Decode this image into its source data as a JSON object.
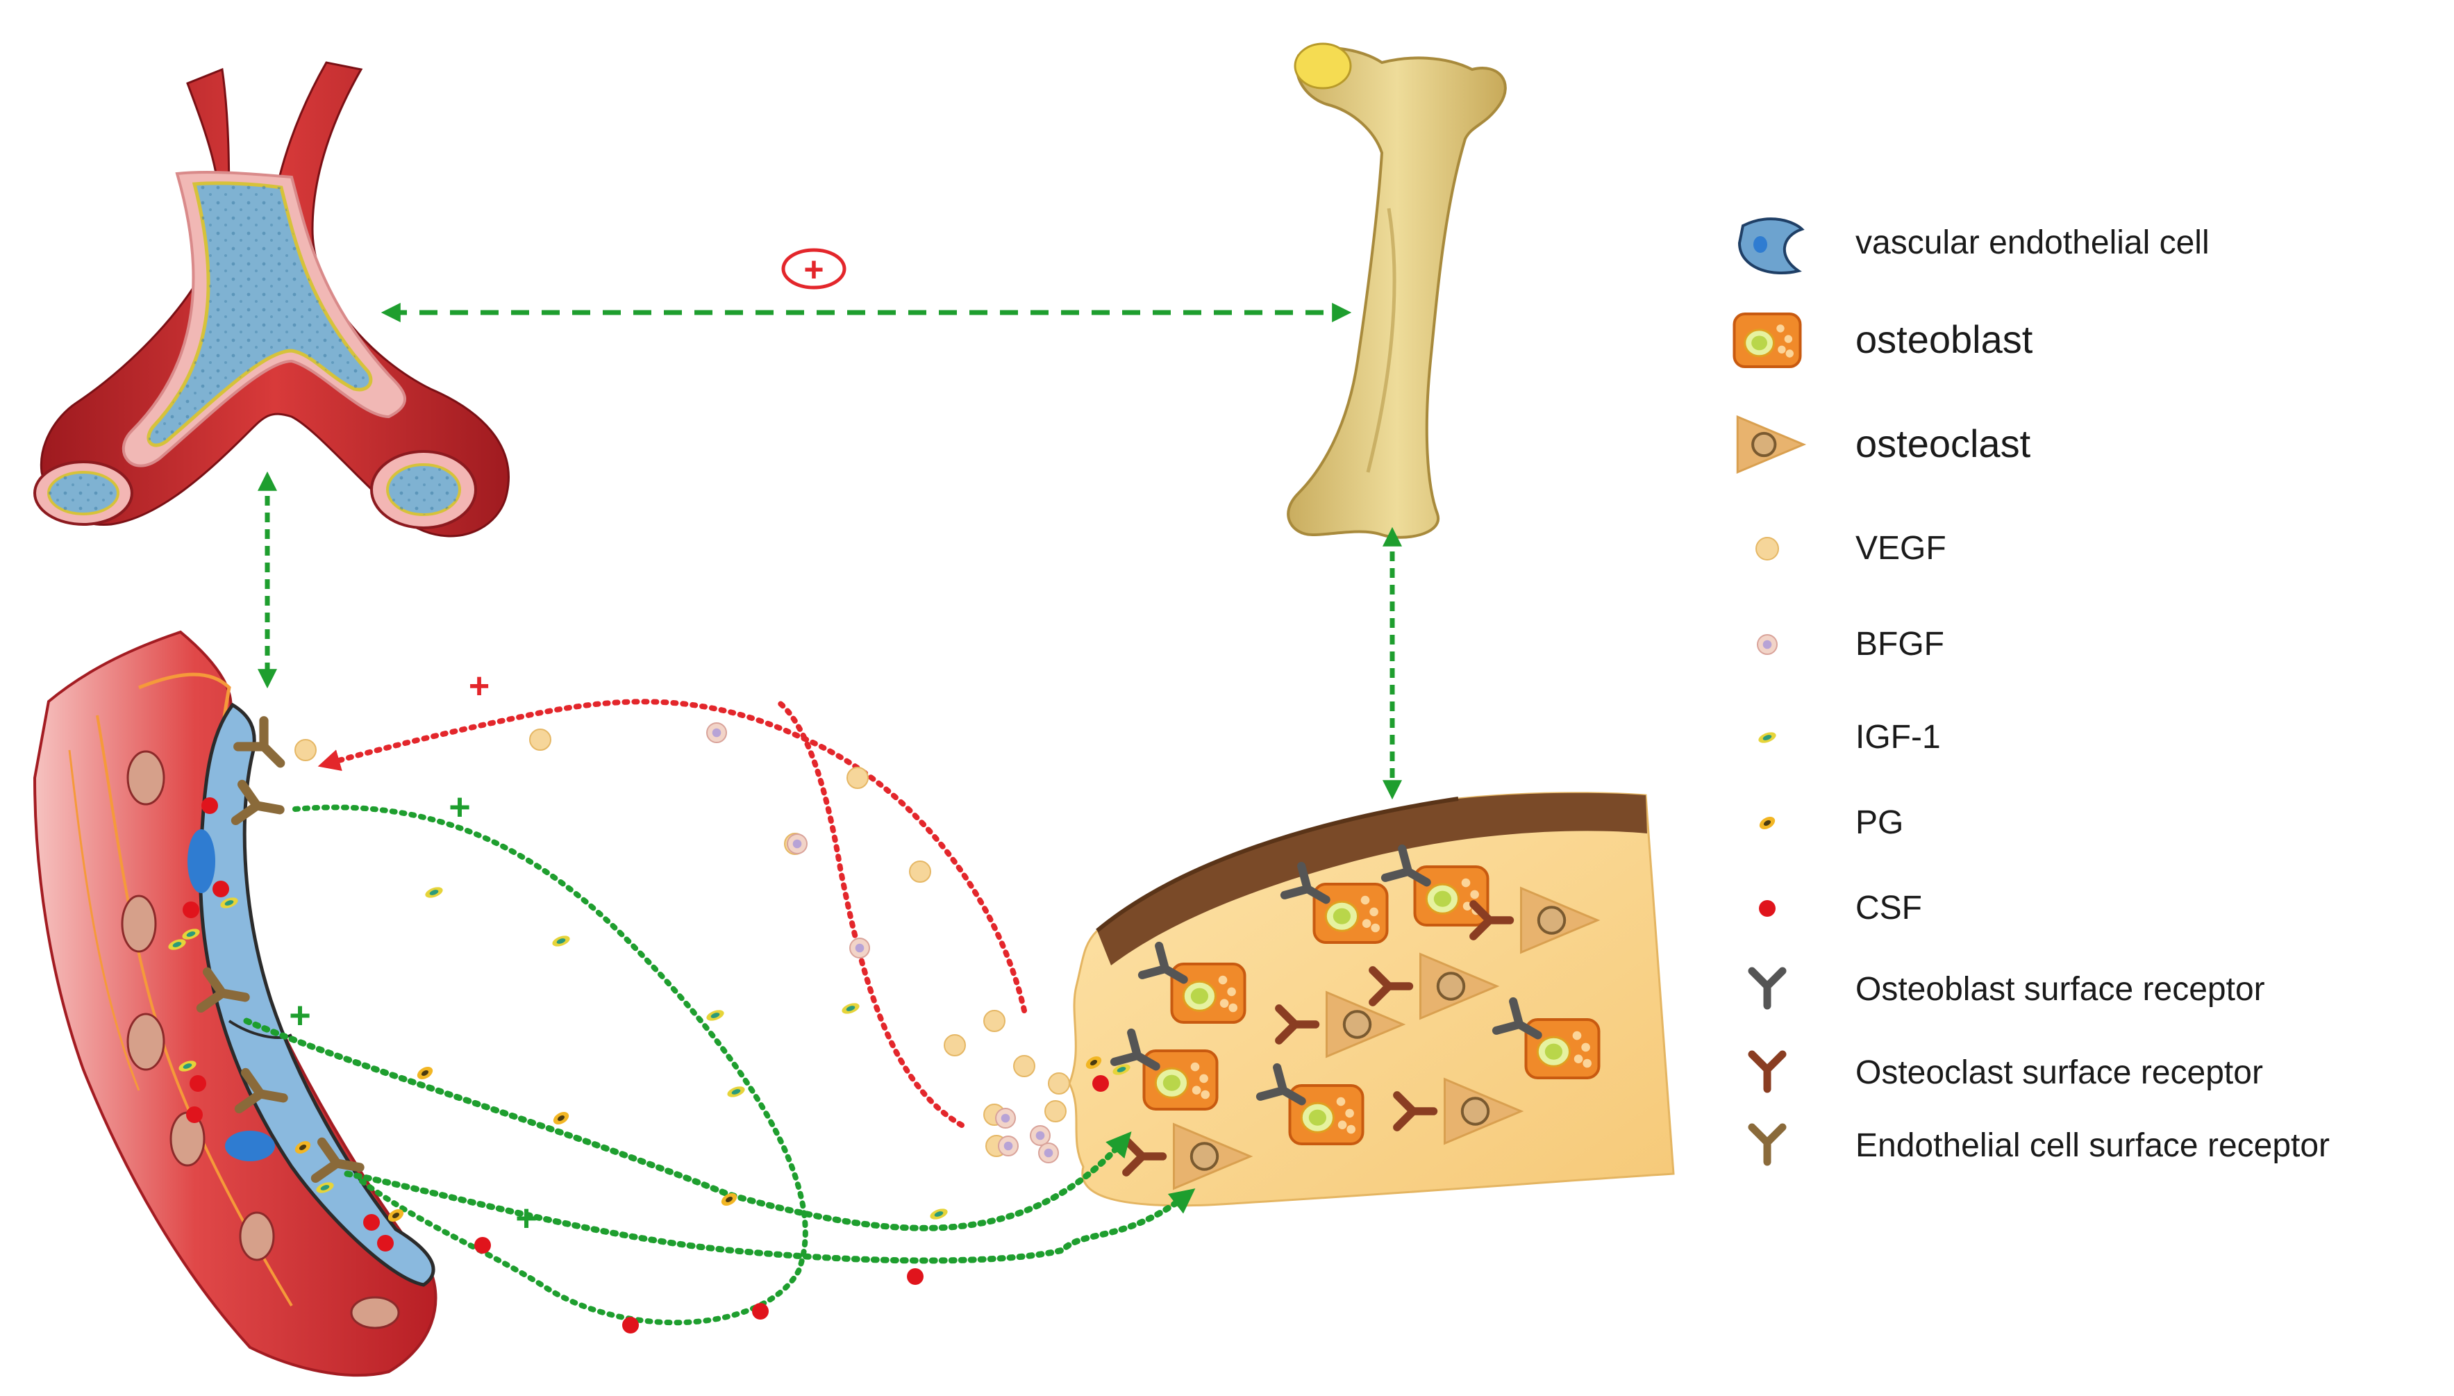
{
  "colors": {
    "green_arrow": "#1e9e2e",
    "red_arrow": "#e3262b",
    "vessel_red": "#c8252a",
    "vessel_lumen": "#7fb2d2",
    "bone": "#e2cf86",
    "osteoblast": "#f08a2a",
    "osteoclast": "#e8b36e",
    "endothelial": "#6da3cf",
    "vegf": "#f6d69a",
    "csf": "#e0141c",
    "receptor_osteoblast": "#555555",
    "receptor_osteoclast": "#8a3d22",
    "receptor_endothelial": "#8a6a3a"
  },
  "signs": {
    "top_circle_plus": "+",
    "red_plus": "+",
    "green_plus_1": "+",
    "green_plus_2": "+",
    "green_plus_3": "+"
  },
  "legend": [
    {
      "icon": "endothelial-cell-icon",
      "label": "vascular endothelial cell"
    },
    {
      "icon": "osteoblast-icon",
      "label": "osteoblast"
    },
    {
      "icon": "osteoclast-icon",
      "label": "osteoclast"
    },
    {
      "icon": "vegf-icon",
      "label": "VEGF"
    },
    {
      "icon": "bfgf-icon",
      "label": "BFGF"
    },
    {
      "icon": "igf1-icon",
      "label": "IGF-1"
    },
    {
      "icon": "pg-icon",
      "label": "PG"
    },
    {
      "icon": "csf-icon",
      "label": "CSF"
    },
    {
      "icon": "osteoblast-receptor-icon",
      "label": "Osteoblast surface receptor"
    },
    {
      "icon": "osteoclast-receptor-icon",
      "label": "Osteoclast surface receptor"
    },
    {
      "icon": "endothelial-receptor-icon",
      "label": "Endothelial cell surface receptor"
    }
  ]
}
